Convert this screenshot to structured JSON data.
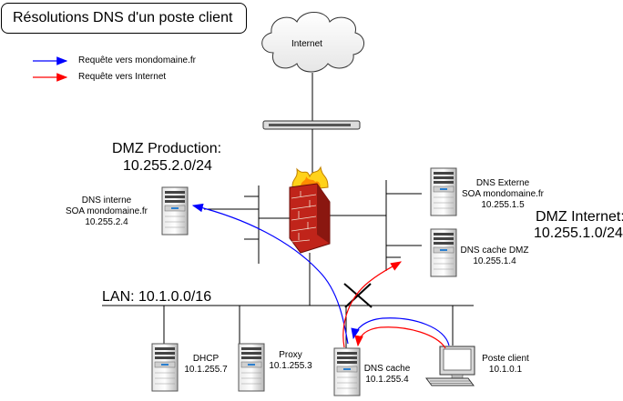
{
  "title": "Résolutions DNS d'un poste client",
  "legend": [
    {
      "label": "Requête vers mondomaine.fr",
      "color": "#0000ff"
    },
    {
      "label": "Requête vers Internet",
      "color": "#ff0000"
    }
  ],
  "cloud": {
    "label": "Internet"
  },
  "zones": {
    "dmz_production": {
      "name": "DMZ Production:",
      "network": "10.255.2.0/24"
    },
    "dmz_internet": {
      "name": "DMZ Internet:",
      "network": "10.255.1.0/24"
    },
    "lan": {
      "name": "LAN: 10.1.0.0/16"
    }
  },
  "servers": {
    "dns_interne": {
      "lines": [
        "DNS interne",
        "SOA mondomaine.fr",
        "10.255.2.4"
      ]
    },
    "dns_externe": {
      "lines": [
        "DNS Externe",
        "SOA mondomaine.fr",
        "10.255.1.5"
      ]
    },
    "dns_cache_dmz": {
      "lines": [
        "DNS cache DMZ",
        "10.255.1.4"
      ]
    },
    "dhcp": {
      "lines": [
        "DHCP",
        "10.1.255.7"
      ]
    },
    "proxy": {
      "lines": [
        "Proxy",
        "10.1.255.3"
      ]
    },
    "dns_cache": {
      "lines": [
        "DNS cache",
        "10.1.255.4"
      ]
    },
    "poste_client": {
      "lines": [
        "Poste client",
        "10.1.0.1"
      ]
    }
  },
  "colors": {
    "blue": "#0000ff",
    "red": "#ff0000",
    "line": "#000000"
  }
}
